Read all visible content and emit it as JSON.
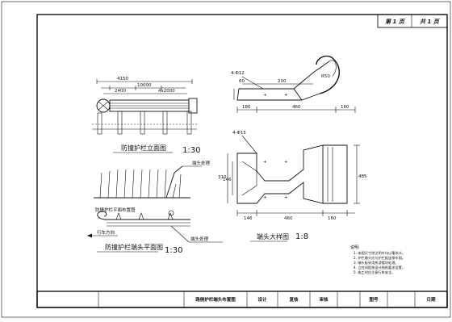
{
  "sheet_header": {
    "left": "第 1 页",
    "right": "共 1 页"
  },
  "drawings": {
    "elevation": {
      "dims_top": [
        "4150",
        "10000"
      ],
      "dims_sub": [
        "2400",
        "4x2000"
      ],
      "caption": "防撞护栏立面图",
      "scale": "1:30"
    },
    "plan": {
      "caption": "防撞护栏平面布置图"
    },
    "detail": {
      "caption": "防撞护栏端头平面图",
      "scale": "1:30",
      "note_label": "端头处理",
      "arrow_label": "行车方向"
    },
    "end_plate_top": {
      "callout": "4-Φ12",
      "dims": [
        "180",
        "200",
        "460",
        "160",
        "60"
      ],
      "radius": "R50"
    },
    "end_plate_bottom": {
      "callout": "4-Φ15",
      "dims": [
        "146",
        "460",
        "160",
        "310"
      ],
      "side_dim": "485",
      "caption": "端头大样图",
      "scale": "1:8"
    }
  },
  "notes": {
    "title": "说明:",
    "lines": [
      "1. 本图尺寸除注明外均以毫米计。",
      "2. 护栏端头应与护栏板连接牢固。",
      "3. 端头板采用热浸镀锌处理。",
      "4. 立柱间距按设计图纸要求设置。",
      "5. 施工时应注意行车安全。"
    ]
  },
  "title_block": {
    "drawing_title": "路侧护栏端头布置图",
    "labels": [
      "设计",
      "复核",
      "审核",
      "图号",
      "日期"
    ]
  }
}
